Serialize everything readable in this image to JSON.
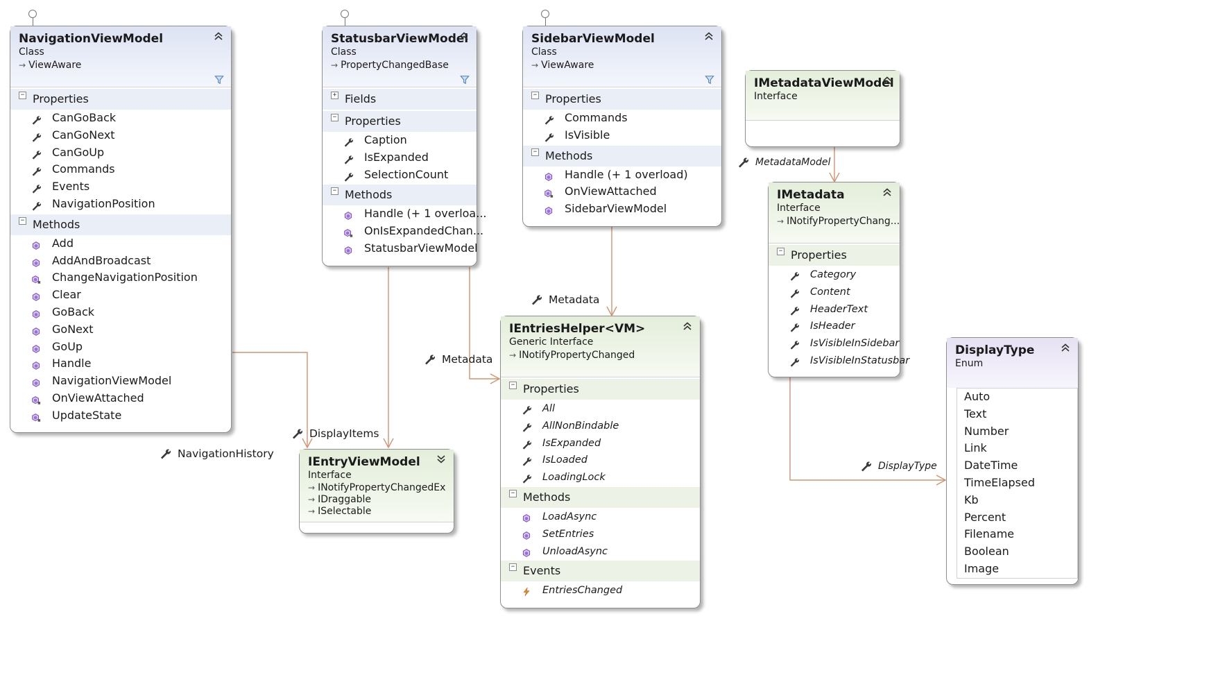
{
  "shapes": {
    "nav": {
      "name": "NavigationViewModel",
      "kind": "Class",
      "base": "ViewAware",
      "sections": [
        {
          "title": "Properties",
          "members": [
            {
              "name": "CanGoBack",
              "type": "prop"
            },
            {
              "name": "CanGoNext",
              "type": "prop"
            },
            {
              "name": "CanGoUp",
              "type": "prop"
            },
            {
              "name": "Commands",
              "type": "prop"
            },
            {
              "name": "Events",
              "type": "prop"
            },
            {
              "name": "NavigationPosition",
              "type": "prop"
            }
          ]
        },
        {
          "title": "Methods",
          "members": [
            {
              "name": "Add",
              "type": "method"
            },
            {
              "name": "AddAndBroadcast",
              "type": "method"
            },
            {
              "name": "ChangeNavigationPosition",
              "type": "method-prot"
            },
            {
              "name": "Clear",
              "type": "method"
            },
            {
              "name": "GoBack",
              "type": "method"
            },
            {
              "name": "GoNext",
              "type": "method"
            },
            {
              "name": "GoUp",
              "type": "method"
            },
            {
              "name": "Handle",
              "type": "method"
            },
            {
              "name": "NavigationViewModel",
              "type": "method"
            },
            {
              "name": "OnViewAttached",
              "type": "method-prot"
            },
            {
              "name": "UpdateState",
              "type": "method-prot"
            }
          ]
        }
      ]
    },
    "status": {
      "name": "StatusbarViewModel",
      "kind": "Class",
      "base": "PropertyChangedBase",
      "sections": [
        {
          "title": "Fields",
          "collapsed": true,
          "members": []
        },
        {
          "title": "Properties",
          "members": [
            {
              "name": "Caption",
              "type": "prop"
            },
            {
              "name": "IsExpanded",
              "type": "prop"
            },
            {
              "name": "SelectionCount",
              "type": "prop"
            }
          ]
        },
        {
          "title": "Methods",
          "members": [
            {
              "name": "Handle (+ 1 overloa...",
              "type": "method"
            },
            {
              "name": "OnIsExpandedChan...",
              "type": "method-prot"
            },
            {
              "name": "StatusbarViewModel",
              "type": "method"
            }
          ]
        }
      ]
    },
    "sidebar": {
      "name": "SidebarViewModel",
      "kind": "Class",
      "base": "ViewAware",
      "sections": [
        {
          "title": "Properties",
          "members": [
            {
              "name": "Commands",
              "type": "prop"
            },
            {
              "name": "IsVisible",
              "type": "prop"
            }
          ]
        },
        {
          "title": "Methods",
          "members": [
            {
              "name": "Handle (+ 1 overload)",
              "type": "method"
            },
            {
              "name": "OnViewAttached",
              "type": "method-prot"
            },
            {
              "name": "SidebarViewModel",
              "type": "method"
            }
          ]
        }
      ]
    },
    "imetavm": {
      "name": "IMetadataViewModel",
      "kind": "Interface"
    },
    "imeta": {
      "name": "IMetadata",
      "kind": "Interface",
      "base": "INotifyPropertyChang...",
      "sections": [
        {
          "title": "Properties",
          "members": [
            {
              "name": "Category",
              "type": "prop",
              "italic": true
            },
            {
              "name": "Content",
              "type": "prop",
              "italic": true
            },
            {
              "name": "HeaderText",
              "type": "prop",
              "italic": true
            },
            {
              "name": "IsHeader",
              "type": "prop",
              "italic": true
            },
            {
              "name": "IsVisibleInSidebar",
              "type": "prop",
              "italic": true
            },
            {
              "name": "IsVisibleInStatusbar",
              "type": "prop",
              "italic": true
            }
          ]
        }
      ]
    },
    "entries": {
      "name": "IEntriesHelper<VM>",
      "kind": "Generic Interface",
      "base": "INotifyPropertyChanged",
      "sections": [
        {
          "title": "Properties",
          "members": [
            {
              "name": "All",
              "type": "prop",
              "italic": true
            },
            {
              "name": "AllNonBindable",
              "type": "prop",
              "italic": true
            },
            {
              "name": "IsExpanded",
              "type": "prop",
              "italic": true
            },
            {
              "name": "IsLoaded",
              "type": "prop",
              "italic": true
            },
            {
              "name": "LoadingLock",
              "type": "prop",
              "italic": true
            }
          ]
        },
        {
          "title": "Methods",
          "members": [
            {
              "name": "LoadAsync",
              "type": "method",
              "italic": true
            },
            {
              "name": "SetEntries",
              "type": "method",
              "italic": true
            },
            {
              "name": "UnloadAsync",
              "type": "method",
              "italic": true
            }
          ]
        },
        {
          "title": "Events",
          "members": [
            {
              "name": "EntriesChanged",
              "type": "event",
              "italic": true
            }
          ]
        }
      ]
    },
    "ientryvm": {
      "name": "IEntryViewModel",
      "kind": "Interface",
      "bases": [
        "INotifyPropertyChangedEx",
        "IDraggable",
        "ISelectable"
      ]
    },
    "displaytype": {
      "name": "DisplayType",
      "kind": "Enum",
      "values": [
        "Auto",
        "Text",
        "Number",
        "Link",
        "DateTime",
        "TimeElapsed",
        "Kb",
        "Percent",
        "Filename",
        "Boolean",
        "Image"
      ]
    }
  },
  "associations": {
    "navigation_history": "NavigationHistory",
    "display_items": "DisplayItems",
    "metadata_status": "Metadata",
    "metadata_sidebar": "Metadata",
    "metadata_model": "MetadataModel",
    "display_type": "DisplayType"
  },
  "colors": {
    "connector": "#d4926f",
    "class_header": "#dde3f3",
    "interface_header": "#e3eeda",
    "enum_header": "#e6e1f3"
  }
}
